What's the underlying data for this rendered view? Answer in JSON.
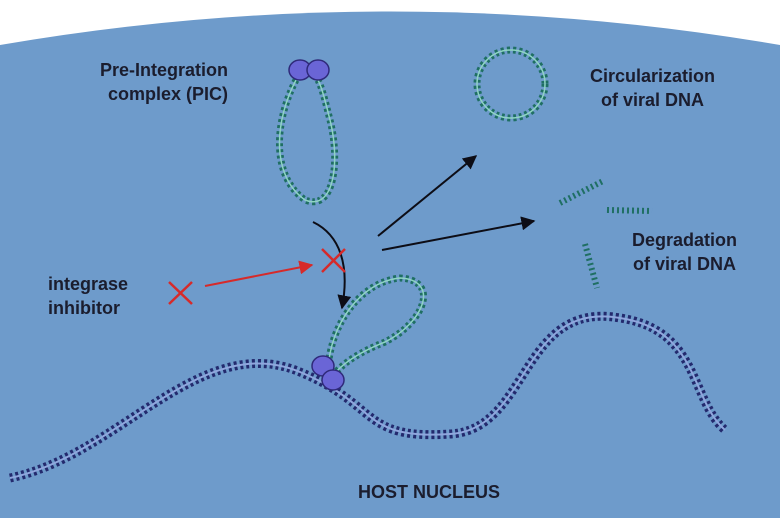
{
  "labels": {
    "pic_line1": "Pre-Integration",
    "pic_line2": "complex (PIC)",
    "circ_line1": "Circularization",
    "circ_line2": "of viral DNA",
    "deg_line1": "Degradation",
    "deg_line2": "of viral DNA",
    "inhib_line1": "integrase",
    "inhib_line2": "inhibitor",
    "host": "HOST NUCLEUS"
  },
  "colors": {
    "nucleus": "#6e9bcb",
    "host_dna": "#232a6e",
    "viral_dna": "#1f6f63",
    "integrase": "#6a65d6",
    "inhibitor": "#d62a2a",
    "arrow": "#0d0d16"
  }
}
